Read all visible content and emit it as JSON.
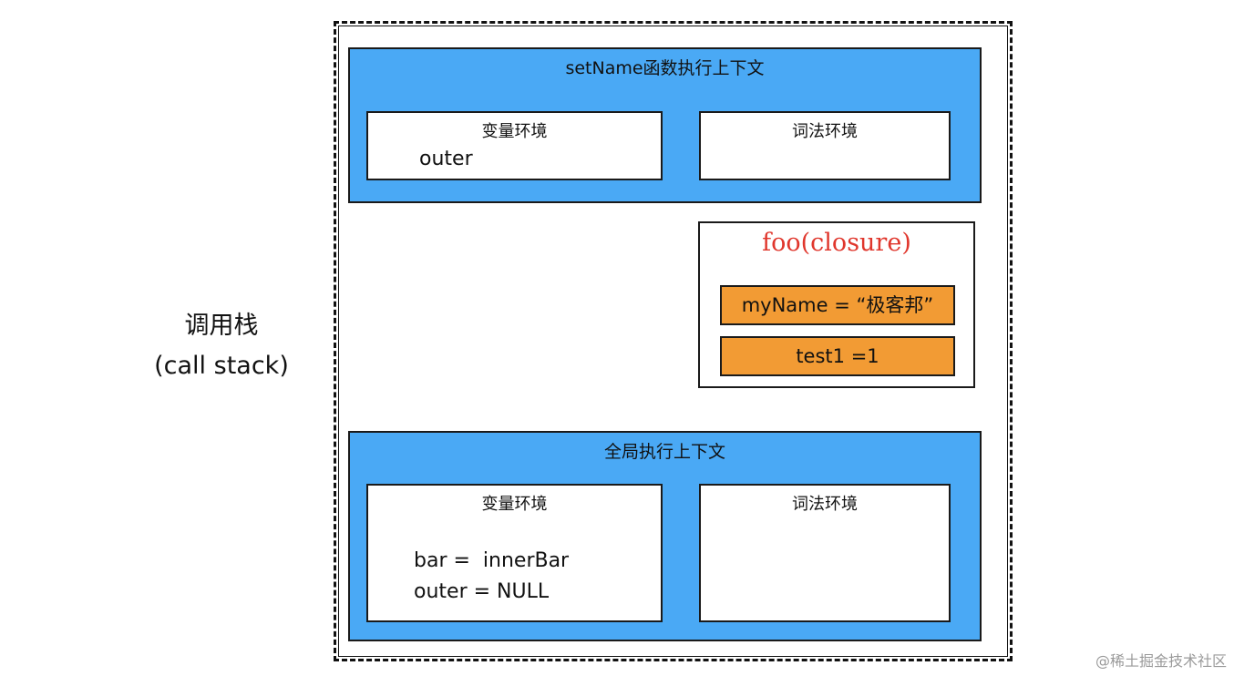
{
  "call_stack_label": {
    "line1": "调用栈",
    "line2": "(call stack)"
  },
  "setname_context": {
    "title": "setName函数执行上下文",
    "variable_env": {
      "title": "变量环境",
      "lines": [
        "outer"
      ]
    },
    "lexical_env": {
      "title": "词法环境",
      "lines": []
    }
  },
  "closure": {
    "title": "foo(closure)",
    "items": [
      "myName = “极客邦”",
      "test1 =1"
    ]
  },
  "global_context": {
    "title": "全局执行上下文",
    "variable_env": {
      "title": "变量环境",
      "lines": [
        "bar =  innerBar",
        "outer = NULL"
      ]
    },
    "lexical_env": {
      "title": "词法环境",
      "lines": []
    }
  },
  "watermark": "@稀土掘金技术社区",
  "colors": {
    "context_fill": "#4aa9f5",
    "closure_item_fill": "#f29b34",
    "closure_title": "#e0362c"
  }
}
